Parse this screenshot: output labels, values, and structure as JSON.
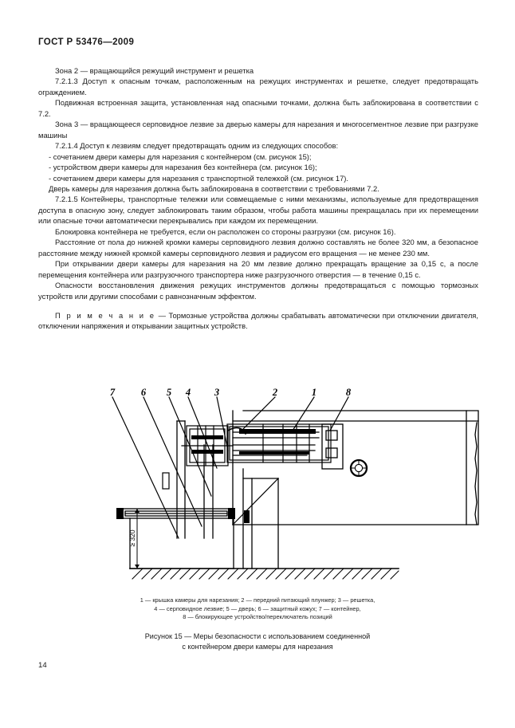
{
  "document": {
    "standard_header": "ГОСТ Р 53476—2009",
    "page_number": "14"
  },
  "body": {
    "paragraphs": [
      {
        "id": "p1",
        "style": "indent",
        "text": "Зона 2 — вращающийся режущий инструмент и решетка"
      },
      {
        "id": "p2",
        "style": "indent",
        "text": "7.2.1.3 Доступ к опасным точкам, расположенным на режущих инструментах и решетке, следует предотвращать ограждением."
      },
      {
        "id": "p3",
        "style": "indent",
        "text": "Подвижная встроенная защита, установленная над опасными точками, должна быть заблокирована в соответствии с 7.2."
      },
      {
        "id": "p4",
        "style": "indent",
        "text": "Зона 3 — вращающееся серповидное лезвие за  дверью  камеры для нарезания и многосегментное лезвие при разгрузке машины"
      },
      {
        "id": "p5",
        "style": "indent",
        "text": "7.2.1.4 Доступ к лезвиям следует предотвращать одним из следующих способов:"
      },
      {
        "id": "p6",
        "style": "dash",
        "text": "-  сочетанием двери камеры для нарезания с контейнером (см. рисунок 15);"
      },
      {
        "id": "p7",
        "style": "dash",
        "text": "-  устройством двери камеры для нарезания без контейнера (см. рисунок 16);"
      },
      {
        "id": "p8",
        "style": "dash",
        "text": "- сочетанием двери камеры для нарезания с транспортной тележкой (см. рисунок 17)."
      },
      {
        "id": "p9",
        "style": "dash",
        "text": "Дверь камеры для нарезания должна быть заблокирована в соответствии с требованиями  7.2."
      },
      {
        "id": "p10",
        "style": "indent",
        "text": "7.2.1.5 Контейнеры, транспортные тележки или совмещаемые с ними механизмы, используемые для предотвращения доступа в опасную зону, следует заблокировать таким образом, чтобы работа машины прекращалась при их перемещении или опасные точки  автоматически перекрывались при каждом их перемещении."
      },
      {
        "id": "p11",
        "style": "indent",
        "text": "Блокировка контейнера не требуется, если он расположен со стороны разгрузки (см. рисунок 16)."
      },
      {
        "id": "p12",
        "style": "indent",
        "text": "Расстояние  от пола  до  нижней кромки камеры серповидного лезвия должно составлять не более 320 мм, а безопасное расстояние между нижней кромкой  камеры  серповидного  лезвия  и  радиусом  его вращения — не менее 230 мм."
      },
      {
        "id": "p13",
        "style": "indent",
        "text": "При  открывании  двери  камеры для нарезания на 20 мм лезвие должно прекращать вращение за 0,15 с,  а  после  перемещения  контейнера или разгрузочного транспортера ниже разгрузочного отверстия — в течение 0,15 с."
      },
      {
        "id": "p14",
        "style": "indent",
        "text": "Опасности восстановления движения режущих инструментов должны предотвращаться с помощью тормозных устройств или другими способами с равнозначным эффектом."
      }
    ],
    "note": {
      "label": "П р и м е ч а н и е",
      "text": " — Тормозные устройства должны срабатывать автоматически при отключении двигателя, отключении напряжения и  открывании защитных устройств."
    }
  },
  "figure": {
    "callouts": [
      "7",
      "6",
      "5",
      "4",
      "3",
      "2",
      "1",
      "8"
    ],
    "dimension_label": "≥ 320",
    "legend_lines": [
      "1 — крышка камеры для нарезания; 2 — передний питающий плунжер; 3 — решетка,",
      "4 — серповидное  лезвие;   5 — дверь;    6 — защитный   кожух;   7 — контейнер,",
      "8 —  блокирующее устройство/переключатель позиций"
    ],
    "caption_lines": [
      "Рисунок 15 — Меры безопасности с использованием соединенной",
      "с контейнером двери камеры  для  нарезания"
    ]
  }
}
